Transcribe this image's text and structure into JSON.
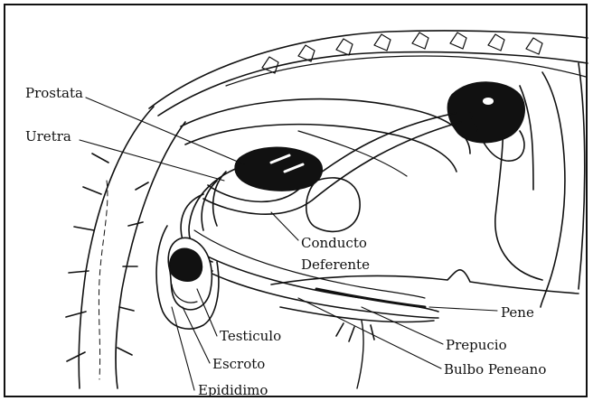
{
  "figure": {
    "line_color": "#111111",
    "background": "#ffffff",
    "labels": {
      "prostata": "Prostata",
      "uretra": "Uretra",
      "conducto": "Conducto",
      "deferente": "Deferente",
      "pene": "Pene",
      "testiculo": "Testiculo",
      "prepucio": "Prepucio",
      "escroto": "Escroto",
      "bulbo": "Bulbo Peneano",
      "epididimo": "Epididimo"
    }
  }
}
